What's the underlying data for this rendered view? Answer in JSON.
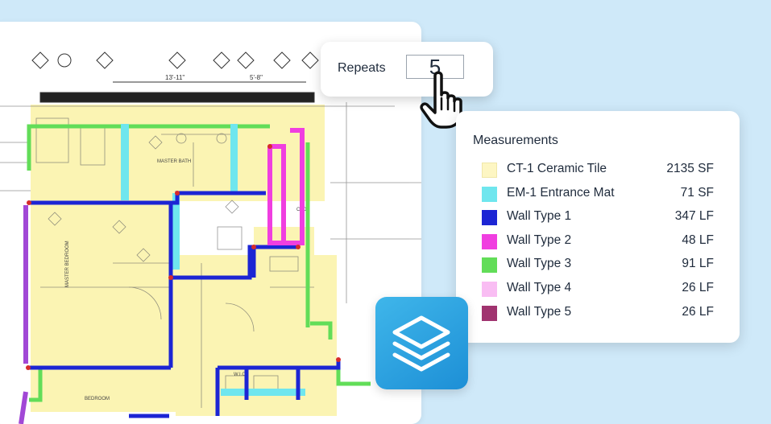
{
  "repeats": {
    "label": "Repeats",
    "value": "5"
  },
  "measurements": {
    "title": "Measurements",
    "items": [
      {
        "name": "CT-1 Ceramic Tile",
        "value": "2135 SF",
        "color": "#fdf6c3"
      },
      {
        "name": "EM-1 Entrance Mat",
        "value": "71 SF",
        "color": "#6fe6ee"
      },
      {
        "name": "Wall Type 1",
        "value": "347 LF",
        "color": "#1c25d4"
      },
      {
        "name": "Wall Type 2",
        "value": "48 LF",
        "color": "#f03ee0"
      },
      {
        "name": "Wall Type 3",
        "value": "91 LF",
        "color": "#62dd58"
      },
      {
        "name": "Wall Type 4",
        "value": "26 LF",
        "color": "#f9bdf3"
      },
      {
        "name": "Wall Type 5",
        "value": "26 LF",
        "color": "#a0336f"
      }
    ]
  },
  "plan": {
    "room_labels": [
      "MASTER BATH",
      "MASTER BEDROOM",
      "CLO",
      "W.I.C",
      "BEDROOM"
    ],
    "dimensions": [
      "13'-11\"",
      "5'-8\""
    ]
  },
  "icons": {
    "cursor": "hand-pointer-icon",
    "layers": "layers-icon"
  },
  "colors": {
    "background": "#cfe9f9",
    "accent": "#2ba6e3"
  }
}
